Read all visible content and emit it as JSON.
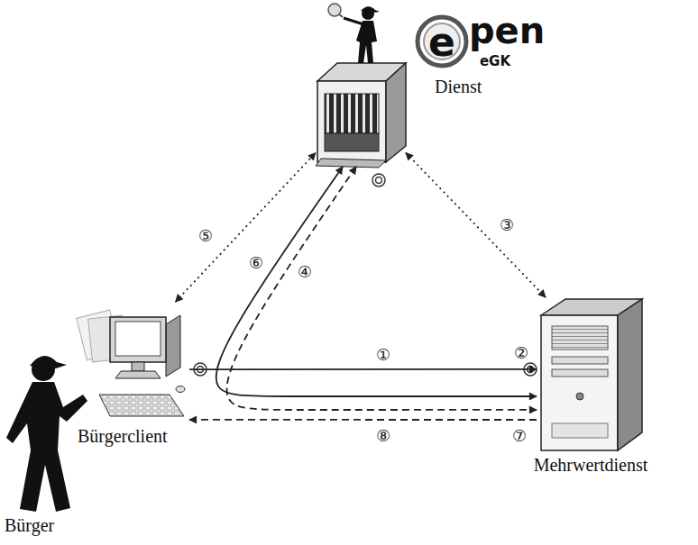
{
  "diagram": {
    "nodes": [
      {
        "text": [
          "Dienst"
        ]
      },
      {
        "text": [
          "Bürgerclient"
        ]
      },
      {
        "text": [
          "Mehrwertdienst"
        ]
      },
      {
        "text": [
          "Bürger"
        ]
      }
    ],
    "edges": [
      {
        "from": 1,
        "to": 2,
        "arrow": "to",
        "label": "①"
      },
      {
        "from": 0,
        "to": 2,
        "arrow": "both",
        "label": "③"
      },
      {
        "from": 0,
        "to": 2,
        "arrow": "both",
        "label": "④"
      },
      {
        "from": 1,
        "to": 0,
        "arrow": "both",
        "label": "⑤"
      },
      {
        "from": 0,
        "to": 2,
        "arrow": "both",
        "label": "⑥"
      },
      {
        "from": 2,
        "to": 1,
        "arrow": "to",
        "label": "⑧"
      }
    ],
    "labels": [
      "e",
      "pen",
      "eGK",
      "②",
      "⑦"
    ]
  }
}
